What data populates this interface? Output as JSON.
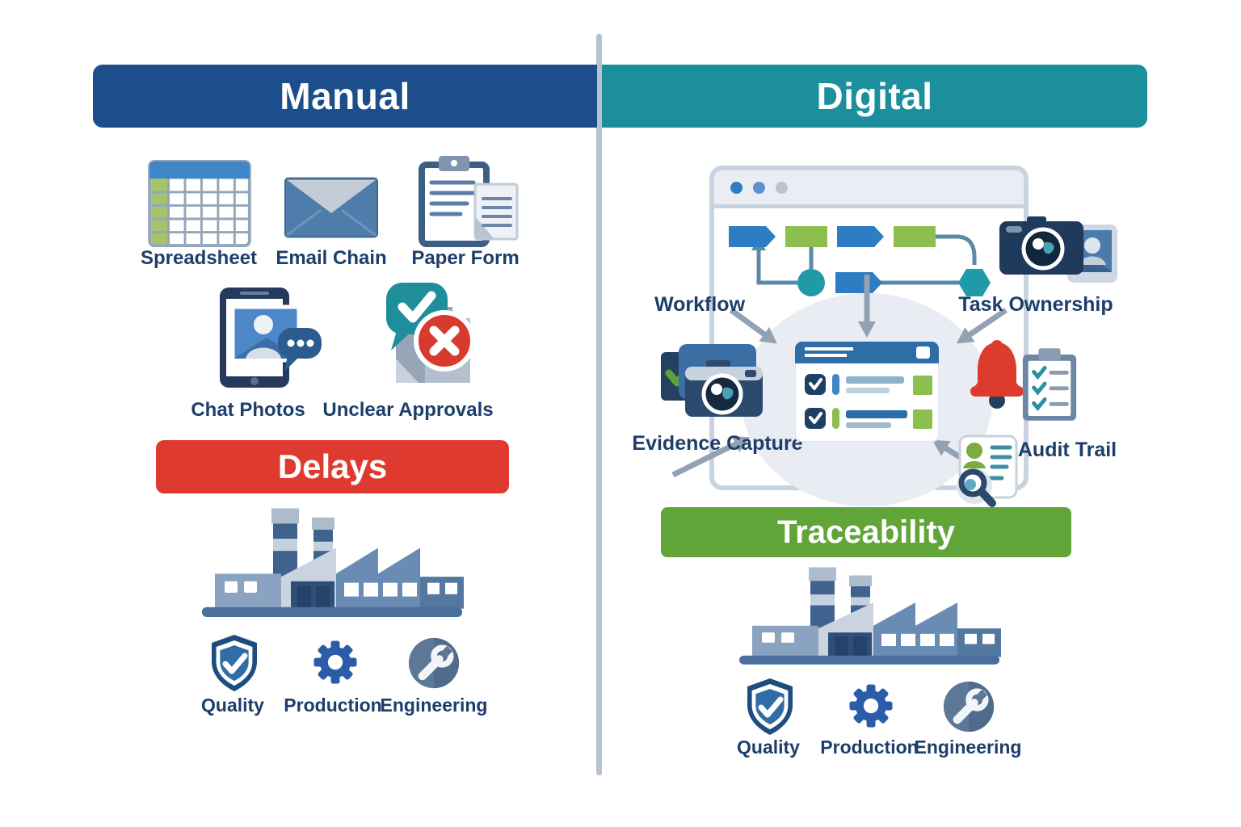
{
  "colors": {
    "manual_header": "#1d4e8c",
    "digital_header": "#1b8f9c",
    "delays_banner": "#de3a2f",
    "traceability_banner": "#61a437",
    "label_text": "#1c3e6b",
    "flow_blue": "#2e7cc4",
    "flow_green": "#8cbf50",
    "flow_teal": "#1f9aa8",
    "alert_red": "#dd3b2b"
  },
  "manual": {
    "title": "Manual",
    "items_row1": [
      {
        "label": "Spreadsheet",
        "icon": "spreadsheet-icon"
      },
      {
        "label": "Email Chain",
        "icon": "email-icon"
      },
      {
        "label": "Paper Form",
        "icon": "paper-form-icon"
      }
    ],
    "items_row2": [
      {
        "label": "Chat Photos",
        "icon": "chat-photos-icon"
      },
      {
        "label": "Unclear Approvals",
        "icon": "unclear-approvals-icon"
      }
    ],
    "banner": "Delays",
    "departments": [
      {
        "label": "Quality",
        "icon": "shield-check-icon"
      },
      {
        "label": "Production",
        "icon": "gear-icon"
      },
      {
        "label": "Engineering",
        "icon": "wrench-icon"
      }
    ]
  },
  "digital": {
    "title": "Digital",
    "workflow_label": "Workflow",
    "task_ownership_label": "Task Ownership",
    "evidence_capture_label": "Evidence Capture",
    "audit_trail_label": "Audit Trail",
    "banner": "Traceability",
    "departments": [
      {
        "label": "Quality",
        "icon": "shield-check-icon"
      },
      {
        "label": "Production",
        "icon": "gear-icon"
      },
      {
        "label": "Engineering",
        "icon": "wrench-icon"
      }
    ]
  }
}
